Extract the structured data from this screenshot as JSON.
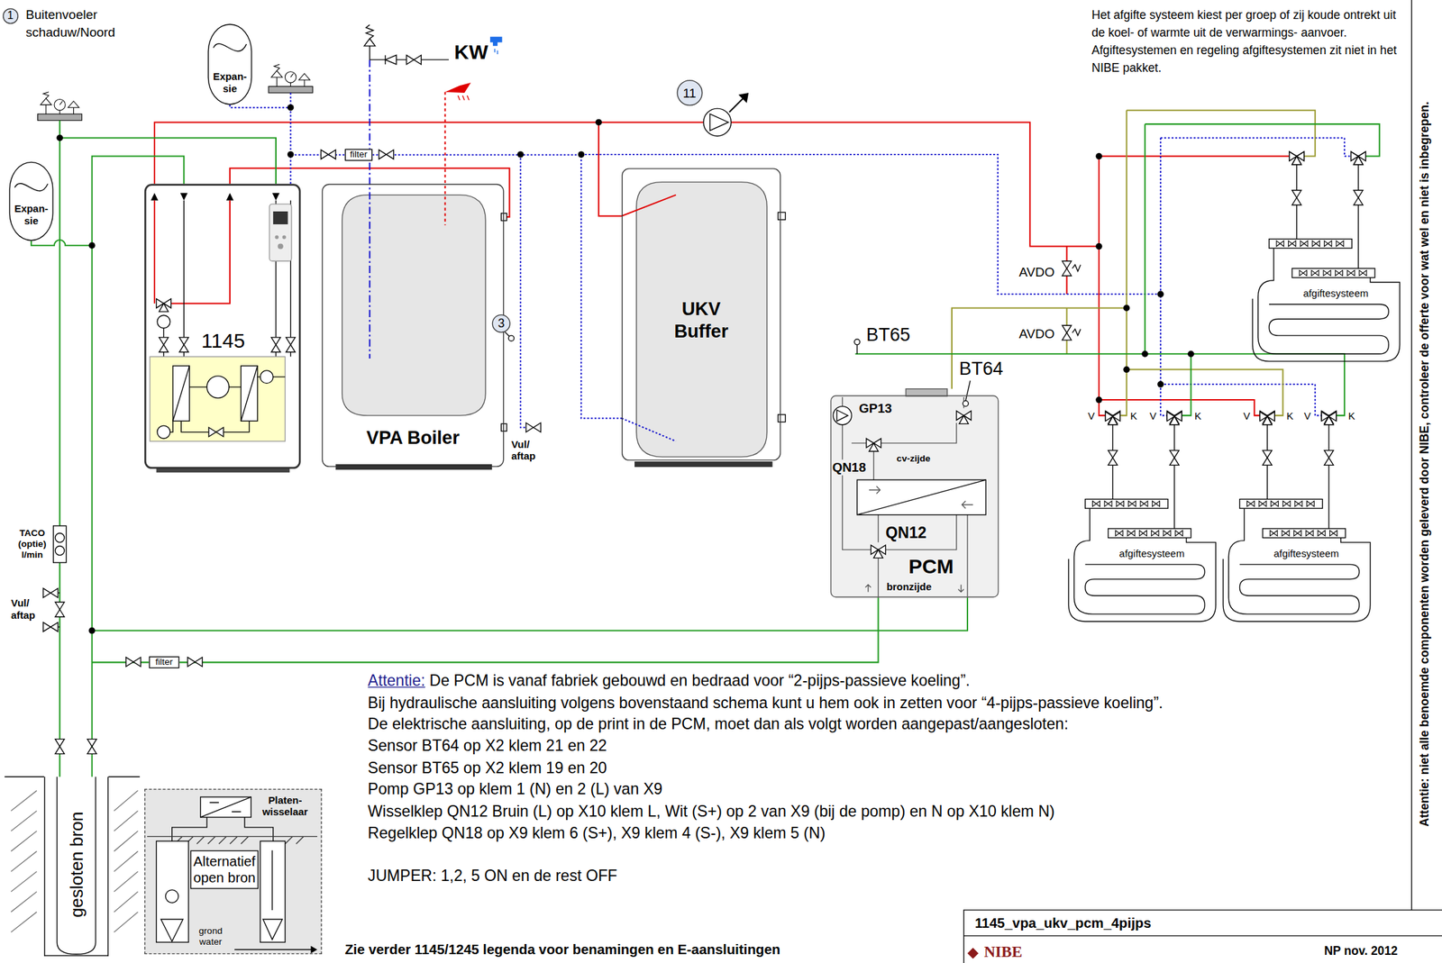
{
  "diagram": {
    "nodes": [
      {
        "text": [
          "1",
          "Buitenvoeler schaduw/Noord"
        ]
      },
      {
        "text": [
          "Expan- sie"
        ]
      },
      {
        "text": [
          "11"
        ]
      },
      {
        "text": [
          "Expan- sie"
        ]
      },
      {
        "text": [
          "filter"
        ]
      },
      {
        "text": [
          "1145"
        ]
      },
      {
        "text": [
          "VPA Boiler"
        ]
      },
      {
        "text": [
          "UKV Buffer"
        ]
      },
      {
        "text": [
          "3"
        ]
      },
      {
        "text": [
          "afgiftesysteem"
        ]
      },
      {
        "text": [
          "PCM",
          "bronzijde"
        ]
      },
      {
        "text": [
          "afgiftesysteem"
        ]
      },
      {
        "text": [
          "afgiftesysteem"
        ]
      },
      {
        "text": [
          "filter"
        ]
      },
      {
        "text": [
          "gesloten bron"
        ]
      },
      {
        "text": [
          "Alternatief open bron"
        ]
      },
      {
        "text": [
          "1145_vpa_ukv_pcm_4pijps",
          "NIBE",
          "NP nov. 2012"
        ]
      }
    ],
    "edges": [
      {
        "from": 5,
        "to": 6,
        "arrow": "none"
      },
      {
        "from": 5,
        "to": 7,
        "arrow": "none"
      },
      {
        "from": 14,
        "to": 5,
        "arrow": "none"
      },
      {
        "from": 14,
        "to": 13,
        "arrow": "none"
      },
      {
        "from": 13,
        "to": 10,
        "arrow": "none"
      },
      {
        "from": 5,
        "to": 4,
        "arrow": "none"
      },
      {
        "from": 4,
        "to": 7,
        "arrow": "none"
      }
    ],
    "labels": [
      "KW",
      "Vul/ aftap",
      "TACO (optie) l/min",
      "Vul/ aftap",
      "AVDO",
      "AVDO",
      "BT65",
      "BT64",
      "GP13",
      "QN18",
      "cv-zijde",
      "QN12",
      "V",
      "K",
      "V",
      "K",
      "V",
      "K",
      "V",
      "K",
      "Platen- wisselaar",
      "grond water",
      "Het afgifte systeem kiest per groep of zij koude ontrekt uit de koel- of warmte uit de verwarmings- aanvoer. Afgiftesystemen en regeling afgiftesystemen zit niet in het NIBE pakket.",
      "Attentie:",
      "De PCM is vanaf fabriek gebouwd en bedraad voor “2-pijps-passieve koeling”.",
      "Bij hydraulische aansluiting volgens bovenstaand schema kunt u hem ook in zetten voor “4-pijps-passieve koeling”.",
      "De elektrische aansluiting, op de print in de PCM, moet dan als volgt worden aangepast/aangesloten:",
      "Sensor BT64 op X2 klem 21 en 22",
      "Sensor BT65 op X2 klem 19 en 20",
      "Pomp GP13 op klem 1 (N) en 2 (L) van X9",
      "Wisselklep QN12 Bruin (L) op X10 klem L, Wit (S+) op 2 van X9 (bij de pomp) en N op X10 klem N)",
      "Regelklep QN18 op X9 klem 6 (S+), X9 klem 4 (S-), X9 klem 5 (N)",
      "JUMPER: 1,2, 5 ON en de rest OFF",
      "Zie verder 1145/1245 legenda voor benamingen en E-aansluitingen",
      "Attentie: niet alle benoemde componenten worden geleverd door NIBE, controleer de offerte voor wat wel en niet is inbegrepen."
    ]
  }
}
